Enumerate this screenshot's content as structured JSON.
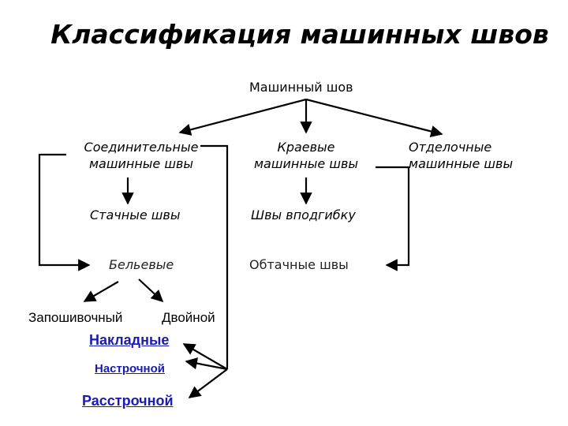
{
  "title": "Классификация машинных швов",
  "root": "Машинный шов",
  "categories": {
    "connecting": {
      "line1": "Соединительные",
      "line2": "машинные швы"
    },
    "edge": {
      "line1": "Краевые",
      "line2": "машинные швы"
    },
    "finishing": {
      "line1": "Отделочные",
      "line2": "машинные швы"
    }
  },
  "subtypes": {
    "stitched": "Стачные швы",
    "hemmed": "Швы вподгибку",
    "linen": "Бельевые",
    "facing": "Обтачные  швы"
  },
  "linen_types": {
    "seam_in": "Запошивочный",
    "double": "Двойной"
  },
  "links": {
    "overlay": "Накладные",
    "topstitch": "Настрочной",
    "separate_stitch": "Расстрочной"
  },
  "colors": {
    "line": "#000000",
    "link": "#1a1ab8"
  }
}
